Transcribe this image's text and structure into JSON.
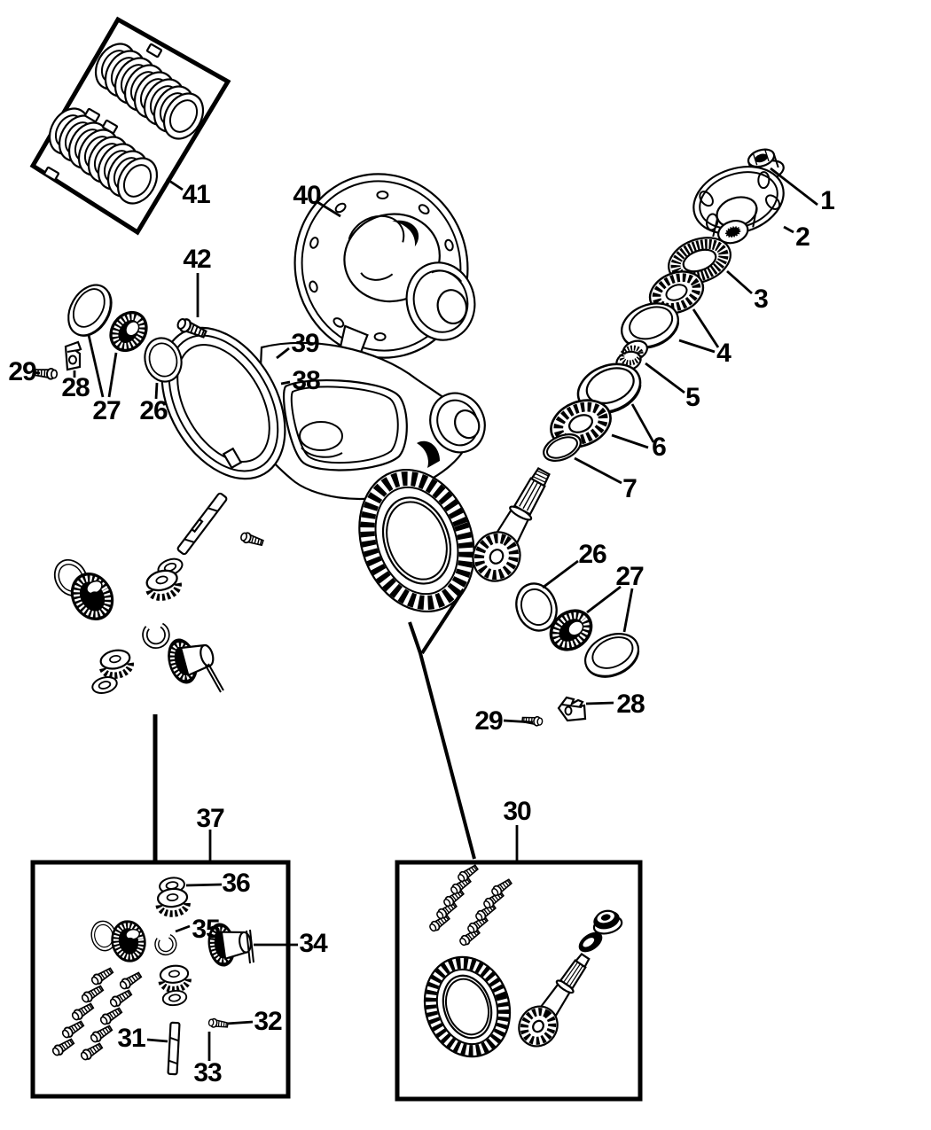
{
  "diagram": {
    "colors": {
      "background": "#ffffff",
      "line": "#000000",
      "label": "#000000"
    },
    "callouts": [
      {
        "id": "callout-1",
        "text": "1"
      },
      {
        "id": "callout-2",
        "text": "2"
      },
      {
        "id": "callout-3",
        "text": "3"
      },
      {
        "id": "callout-4",
        "text": "4"
      },
      {
        "id": "callout-5",
        "text": "5"
      },
      {
        "id": "callout-6",
        "text": "6"
      },
      {
        "id": "callout-7",
        "text": "7"
      },
      {
        "id": "callout-26-left",
        "text": "26"
      },
      {
        "id": "callout-27-left",
        "text": "27"
      },
      {
        "id": "callout-28-left",
        "text": "28"
      },
      {
        "id": "callout-29-left",
        "text": "29"
      },
      {
        "id": "callout-26-right",
        "text": "26"
      },
      {
        "id": "callout-27-right",
        "text": "27"
      },
      {
        "id": "callout-28-right",
        "text": "28"
      },
      {
        "id": "callout-29-right",
        "text": "29"
      },
      {
        "id": "callout-30",
        "text": "30"
      },
      {
        "id": "callout-31",
        "text": "31"
      },
      {
        "id": "callout-32",
        "text": "32"
      },
      {
        "id": "callout-33",
        "text": "33"
      },
      {
        "id": "callout-34",
        "text": "34"
      },
      {
        "id": "callout-35",
        "text": "35"
      },
      {
        "id": "callout-36",
        "text": "36"
      },
      {
        "id": "callout-37",
        "text": "37"
      },
      {
        "id": "callout-38",
        "text": "38"
      },
      {
        "id": "callout-39",
        "text": "39"
      },
      {
        "id": "callout-40",
        "text": "40"
      },
      {
        "id": "callout-41",
        "text": "41"
      },
      {
        "id": "callout-42",
        "text": "42"
      }
    ]
  }
}
